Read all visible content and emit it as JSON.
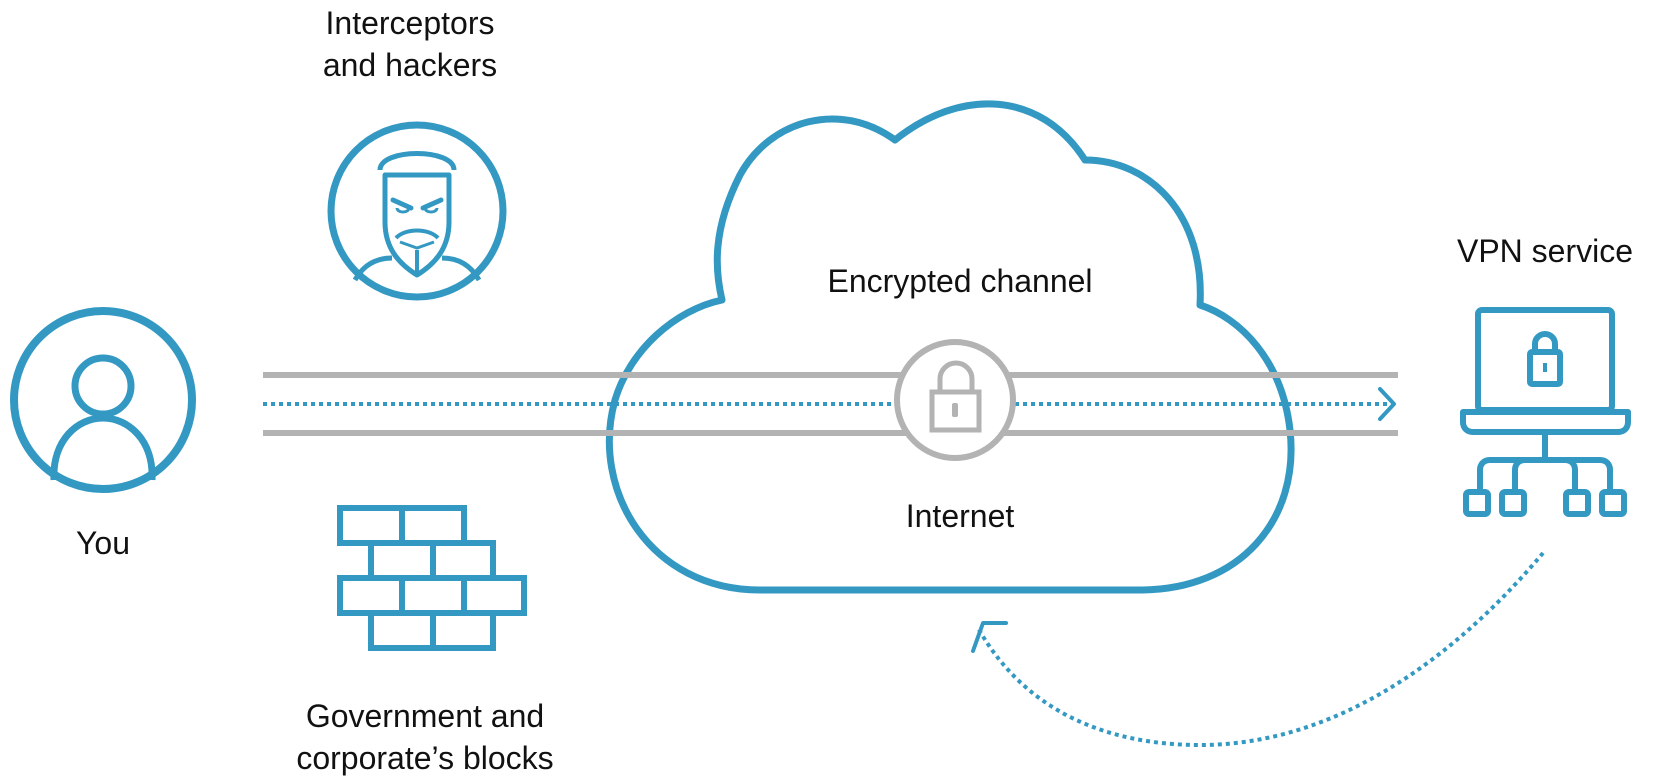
{
  "labels": {
    "interceptors": [
      "Interceptors",
      "and hackers"
    ],
    "you": "You",
    "government": [
      "Government and",
      "corporate’s blocks"
    ],
    "encrypted_channel": "Encrypted channel",
    "internet": "Internet",
    "vpn_service": "VPN service"
  },
  "colors": {
    "accent": "#3399c3",
    "tunnel": "#b3b3b3",
    "text": "#111111"
  },
  "icons": {
    "user": "user-icon",
    "hacker": "hacker-mask-icon",
    "firewall": "brick-wall-icon",
    "cloud": "cloud-icon",
    "lock": "padlock-icon",
    "vpn": "laptop-network-icon"
  }
}
